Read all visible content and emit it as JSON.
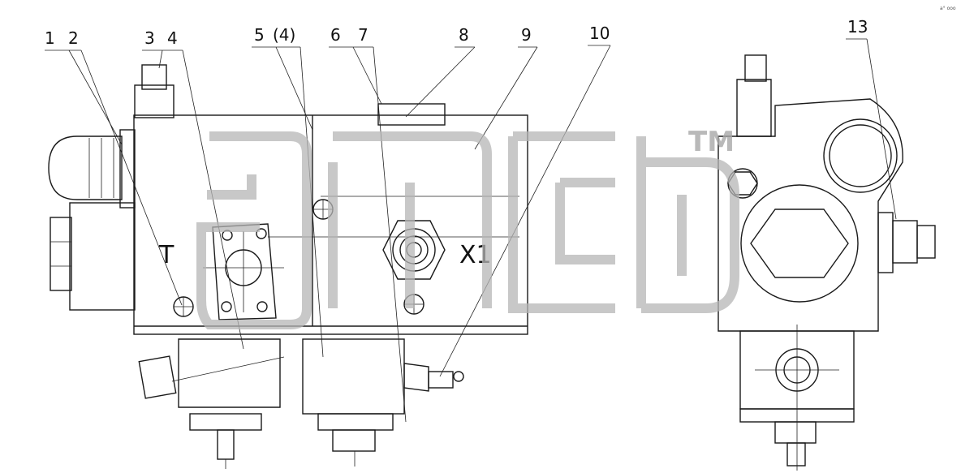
{
  "callouts": [
    "1",
    "2",
    "3",
    "4",
    "5",
    "(4)",
    "6",
    "7",
    "8",
    "9",
    "10",
    "13"
  ],
  "port_labels": {
    "tank": "T",
    "pilot": "X1"
  },
  "watermark": {
    "trademark": "TM"
  },
  "corner_mark": "a° ooo"
}
